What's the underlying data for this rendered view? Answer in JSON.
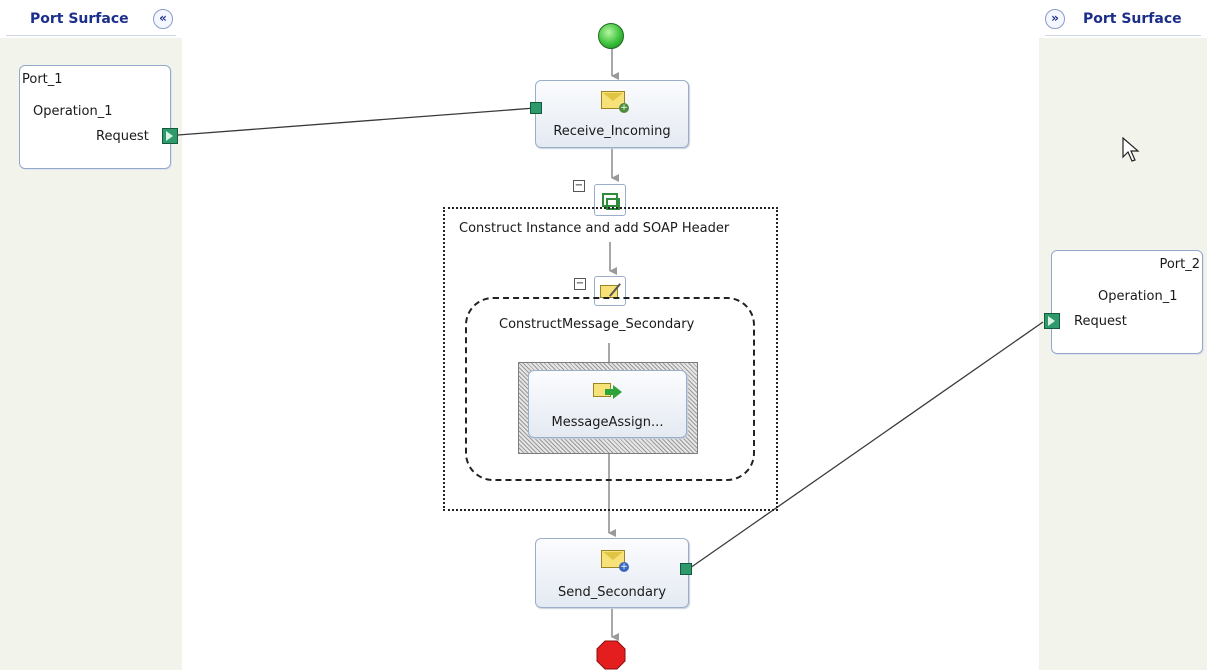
{
  "left_surface": {
    "title": "Port Surface",
    "collapse_glyph": "«",
    "port": {
      "name": "Port_1",
      "operation": "Operation_1",
      "message": "Request"
    }
  },
  "right_surface": {
    "title": "Port Surface",
    "expand_glyph": "»",
    "port": {
      "name": "Port_2",
      "operation": "Operation_1",
      "message": "Request"
    }
  },
  "shapes": {
    "receive": {
      "label": "Receive_Incoming",
      "icon": "receive-envelope-icon"
    },
    "construct_scope": {
      "label": "Construct Instance and add SOAP Header",
      "icon": "construct-icon",
      "toggle": "−"
    },
    "construct_message": {
      "label": "ConstructMessage_Secondary",
      "icon": "message-construct-icon",
      "toggle": "−"
    },
    "message_assign": {
      "label": "MessageAssign...",
      "icon": "message-assign-icon"
    },
    "send": {
      "label": "Send_Secondary",
      "icon": "send-envelope-icon"
    }
  },
  "markers": {
    "start": "start-circle-icon",
    "end": "end-octagon-icon",
    "cursor": "mouse-pointer-icon"
  },
  "colors": {
    "surface_bg": "#f2f4ec",
    "title": "#1b2e8a",
    "port_green": "#2e9a6c",
    "start_green": "#3cc23c",
    "end_red": "#e41e1e"
  }
}
